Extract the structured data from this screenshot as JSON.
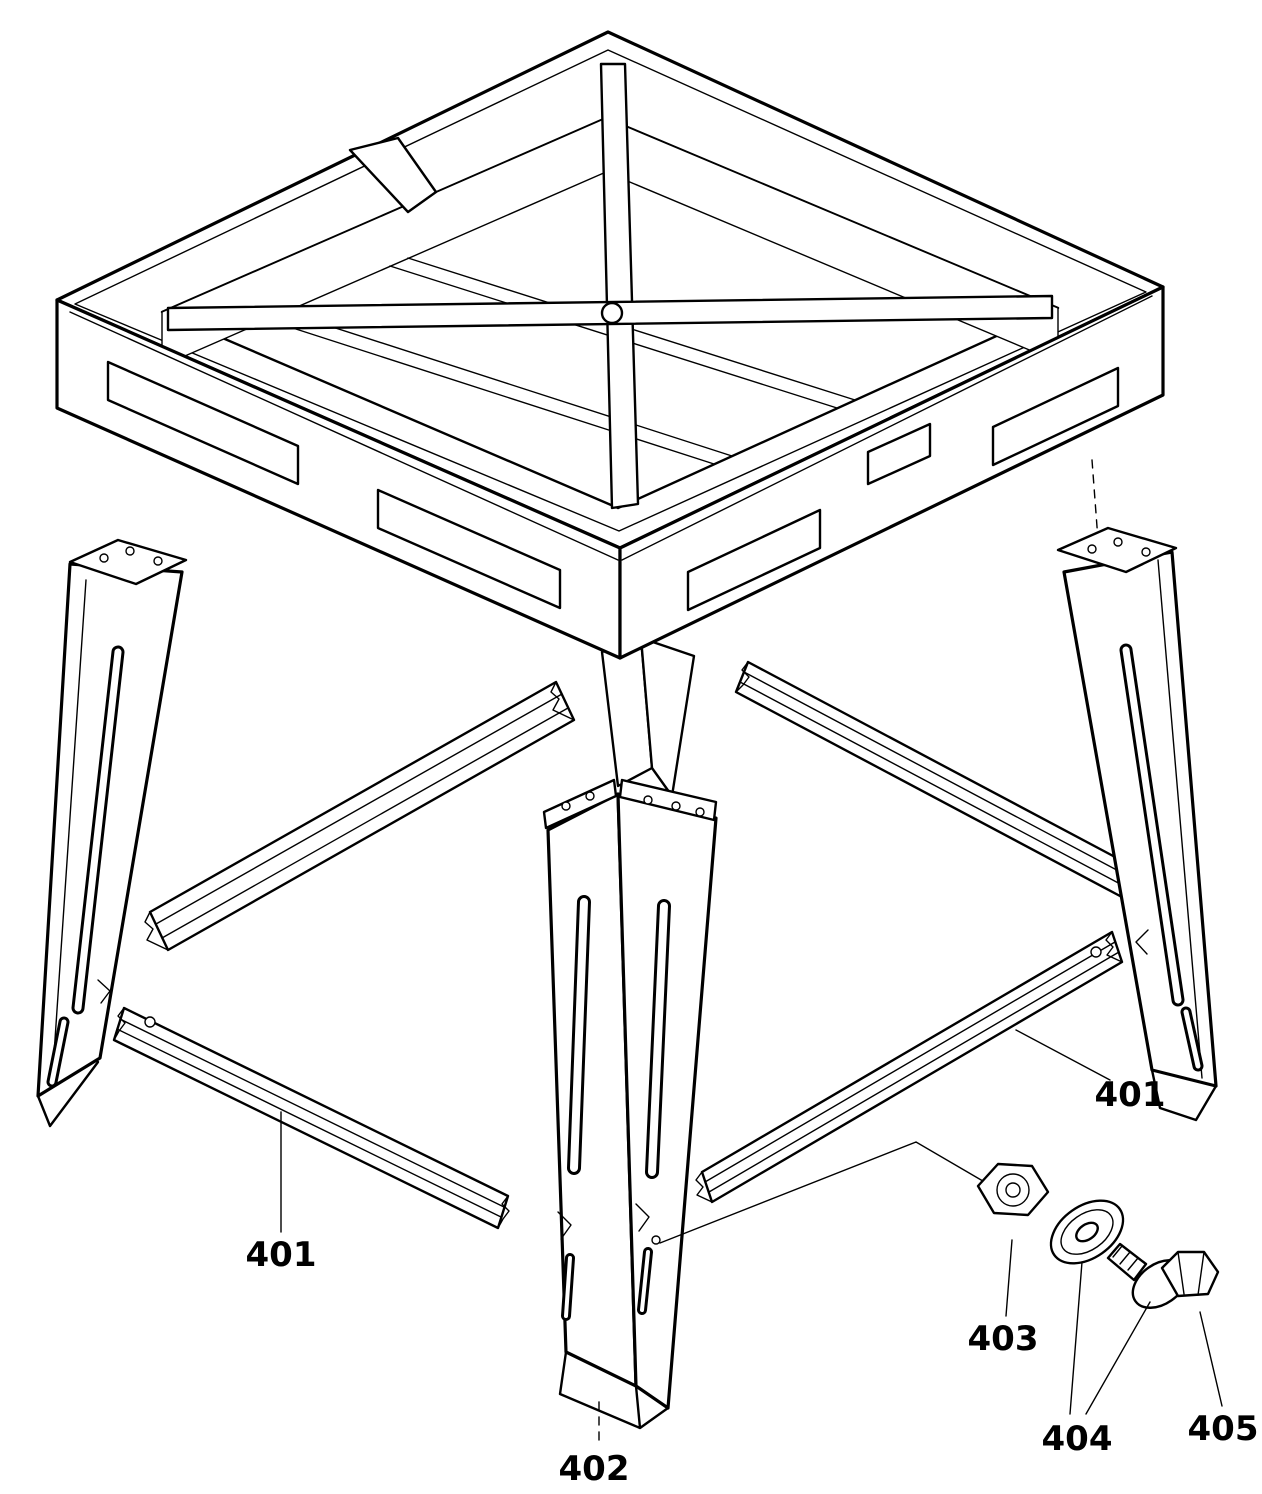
{
  "diagram": {
    "type": "exploded-parts-diagram",
    "background": "#ffffff",
    "line_color": "#000000"
  },
  "labels": {
    "rail_right": "401",
    "rail_left": "401",
    "front_leg": "402",
    "nut": "403",
    "washer": "404",
    "bolt": "405"
  }
}
